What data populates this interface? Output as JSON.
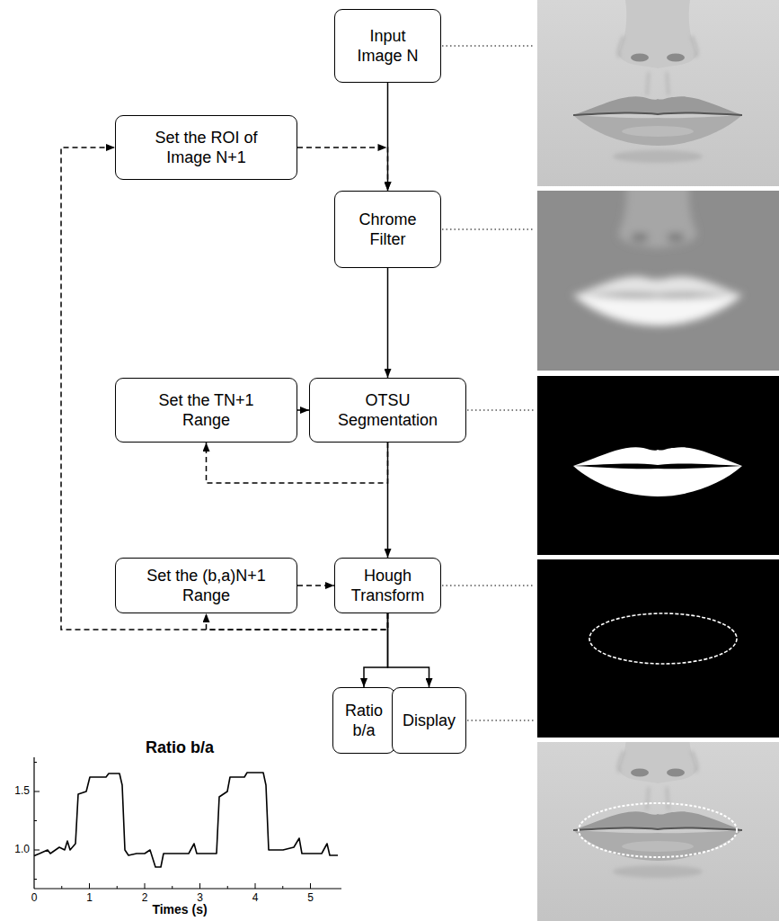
{
  "diagram": {
    "nodes": [
      {
        "text": [
          "Input Image N"
        ]
      },
      {
        "text": [
          "Set the ROI of Image N+1"
        ]
      },
      {
        "text": [
          "Chrome Filter"
        ]
      },
      {
        "text": [
          "Set the TN+1 Range"
        ]
      },
      {
        "text": [
          "OTSU Segmentation"
        ]
      },
      {
        "text": [
          "Set the (b,a)N+1 Range"
        ]
      },
      {
        "text": [
          "Hough Transform"
        ]
      },
      {
        "text": [
          "Ratio b/a"
        ]
      },
      {
        "text": [
          "Display"
        ]
      }
    ],
    "edges": [
      {
        "from": 0,
        "to": 2,
        "arrow": "to"
      },
      {
        "from": 1,
        "to": 2,
        "arrow": "to"
      },
      {
        "from": 2,
        "to": 4,
        "arrow": "to"
      },
      {
        "from": 4,
        "to": 3,
        "arrow": "to"
      },
      {
        "from": 3,
        "to": 4,
        "arrow": "to"
      },
      {
        "from": 4,
        "to": 6,
        "arrow": "to"
      },
      {
        "from": 5,
        "to": 6,
        "arrow": "to"
      },
      {
        "from": 6,
        "to": 5,
        "arrow": "to"
      },
      {
        "from": 6,
        "to": 1,
        "arrow": "to"
      },
      {
        "from": 6,
        "to": 7,
        "arrow": "to"
      },
      {
        "from": 6,
        "to": 8,
        "arrow": "to"
      }
    ],
    "labels": [
      "Ratio b/a",
      "1.5",
      "1.0",
      "0",
      "1",
      "2",
      "3",
      "4",
      "5",
      "Times (s)"
    ]
  }
}
